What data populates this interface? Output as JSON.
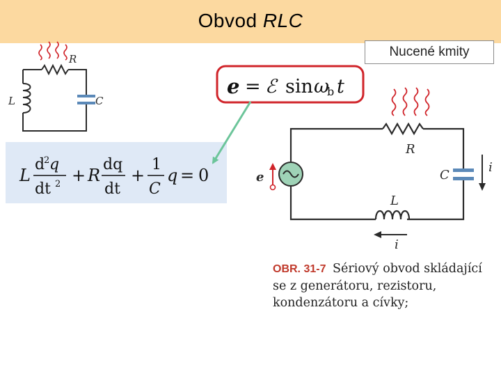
{
  "title": {
    "main": "Obvod ",
    "italic": "RLC"
  },
  "badge": "Nucené kmity",
  "left_circuit": {
    "R": "R",
    "L": "L",
    "C": "C"
  },
  "equation_top": {
    "e": "e",
    "eq": "=",
    "script_e": "ℰ",
    "sin": "sin",
    "omega": "ω",
    "sub": "b",
    "t": "t"
  },
  "equation_left": {
    "L": "L",
    "d2q": "d",
    "sq": "2",
    "q": "q",
    "dt": "dt",
    "t2": "2",
    "plus1": "+",
    "R": "R",
    "dq": "dq",
    "dt2": "dt",
    "plus2": "+",
    "one": "1",
    "C": "C",
    "q2": "q",
    "eq": "=",
    "zero": "0"
  },
  "right_circuit": {
    "R": "R",
    "L": "L",
    "C": "C",
    "e": "e",
    "i_right": "i",
    "i_bottom": "i"
  },
  "caption": {
    "lead": "OBR. 31-7",
    "text": "Sériový obvod skládající se z generátoru, rezistoru, kondenzátoru a cívky;"
  },
  "colors": {
    "title_bg": "#fcd9a0",
    "eq_box_bg": "#dfe9f6",
    "eq_border": "#d0242a",
    "arrow": "#6cc59a",
    "wire": "#2a2a2a",
    "capacitor": "#5b89b8",
    "heat": "#d0242a",
    "caption_lead": "#c0392b"
  }
}
